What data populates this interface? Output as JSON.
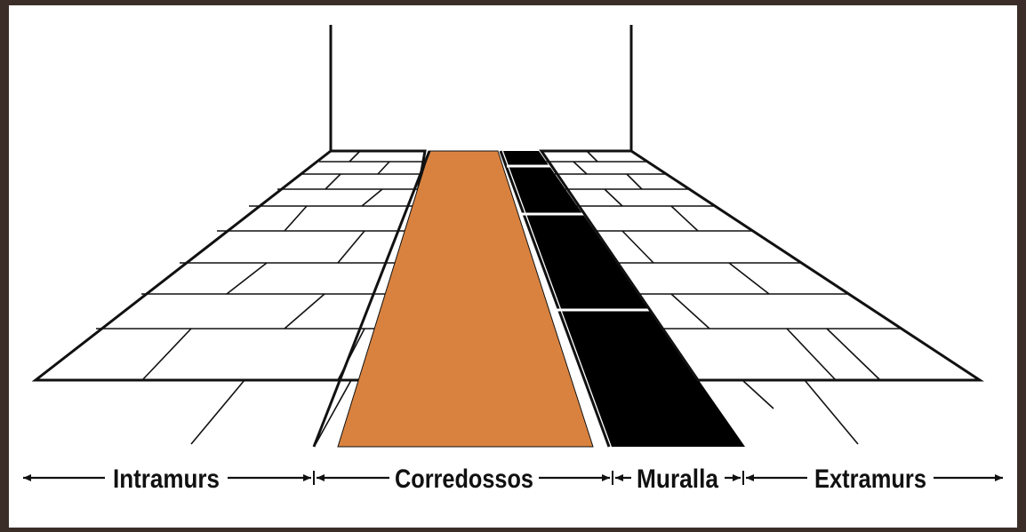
{
  "labels": {
    "intramurs": "Intramurs",
    "corredossos": "Corredossos",
    "muralla": "Muralla",
    "extramurs": "Extramurs"
  },
  "colors": {
    "background": "#3b2e28",
    "canvas": "#ffffff",
    "corredossos": "#d9823f",
    "muralla": "#000000",
    "line": "#111111"
  }
}
